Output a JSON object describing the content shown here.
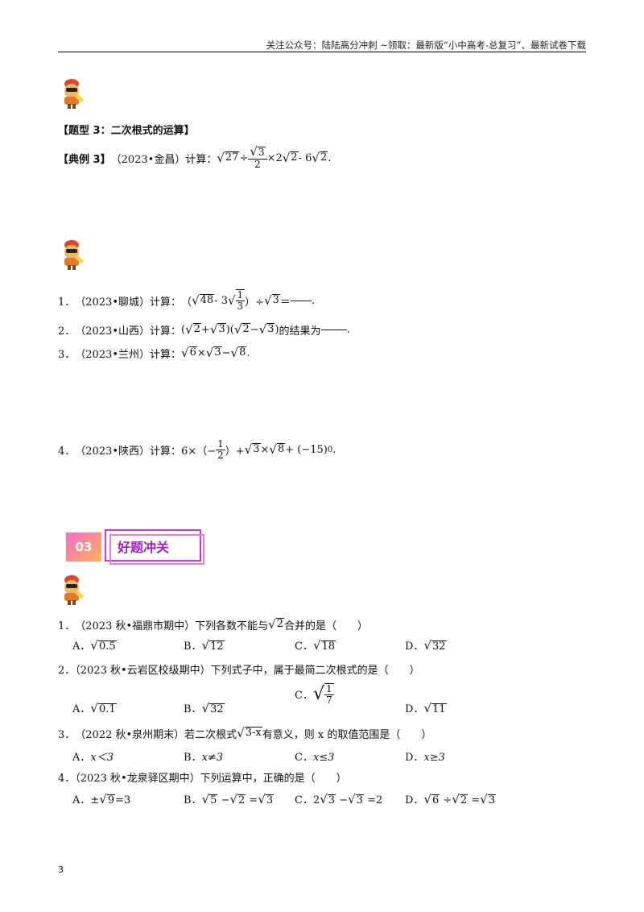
{
  "header": {
    "text": "关注公众号：陆陆高分冲刺 ~领取：最新版“小中高考-总复习”、最新试卷下载"
  },
  "section_title": "【题型 3：二次根式的运算】",
  "example": {
    "label": "【典例 3】",
    "source": "（2023•金昌）计算：",
    "expr_a": "27",
    "expr_div": "÷",
    "frac_num": "3",
    "frac_den": "2",
    "expr_b": "×2",
    "expr_c": "2",
    "expr_d": " - 6",
    "expr_e": "2",
    "end": "."
  },
  "practice": [
    {
      "num": "1．",
      "source": "（2023•聊城）计算：",
      "p1": "（",
      "r1": "48",
      "m1": " - 3",
      "fn": "1",
      "fd": "3",
      "p2": "）÷",
      "r2": "3",
      "tail": "＝",
      "end": "."
    },
    {
      "num": "2．",
      "source": "（2023•山西）计算：",
      "p1": "(",
      "r1": "2",
      "plus": " +",
      "r2": "3",
      "p2": ")(",
      "r3": "2",
      "minus": " −",
      "r4": "3",
      "p3": ")",
      "tail": "的结果为 ",
      "end": "."
    },
    {
      "num": "3．",
      "source": "（2023•兰州）计算：",
      "r1": "6",
      "times": " ×",
      "r2": "3",
      "minus": " −",
      "r3": "8",
      "end": "."
    },
    {
      "num": "4．",
      "source": "（2023•陕西）计算：",
      "a": "6×（−",
      "fn": "1",
      "fd": "2",
      "b": "）+",
      "r1": "3",
      "times": " ×",
      "r2": "8",
      "c": " + (−15)",
      "exp": "0",
      "end": "."
    }
  ],
  "banner": {
    "num": "03",
    "title": "好题冲关"
  },
  "questions": [
    {
      "num": "1．",
      "stem_a": "（2023 秋•福鼎市期中）下列各数不能与",
      "stem_r": "2",
      "stem_b": "合并的是（　　）",
      "options": [
        {
          "label": "A．",
          "rad": "0.5"
        },
        {
          "label": "B．",
          "rad": "12"
        },
        {
          "label": "C．",
          "rad": "18"
        },
        {
          "label": "D．",
          "rad": "32"
        }
      ]
    },
    {
      "num": "2．",
      "stem": "（2023 秋•云岩区校级期中）下列式子中，属于最简二次根式的是（　　）",
      "options": [
        {
          "label": "A．",
          "rad": "0.1"
        },
        {
          "label": "B．",
          "rad": "32"
        },
        {
          "label": "C．",
          "fn": "1",
          "fd": "7"
        },
        {
          "label": "D．",
          "rad": "11"
        }
      ]
    },
    {
      "num": "3．",
      "stem_a": "（2022 秋•泉州期末）若二次根式",
      "stem_r": "3-x",
      "stem_b": "有意义，则 x 的取值范围是（　　）",
      "options": [
        {
          "label": "A．",
          "text": "x＜3"
        },
        {
          "label": "B．",
          "text": "x≠3"
        },
        {
          "label": "C．",
          "text": "x≤3"
        },
        {
          "label": "D．",
          "text": "x≥3"
        }
      ]
    },
    {
      "num": "4．",
      "stem": "（2023 秋•龙泉驿区期中）下列运算中，正确的是（　　）",
      "options": [
        {
          "label": "A．",
          "pre": "±",
          "r1": "9",
          "post": "=3"
        },
        {
          "label": "B．",
          "r1": "5",
          "mid": " −",
          "r2": "2",
          "post": " =",
          "r3": "3"
        },
        {
          "label": "C．",
          "pre": "2",
          "r1": "3",
          "mid": " −",
          "r2": "3",
          "post": " =2"
        },
        {
          "label": "D．",
          "r1": "6",
          "mid": " ÷",
          "r2": "2",
          "post": " =",
          "r3": "3"
        }
      ]
    }
  ],
  "page_number": "3"
}
